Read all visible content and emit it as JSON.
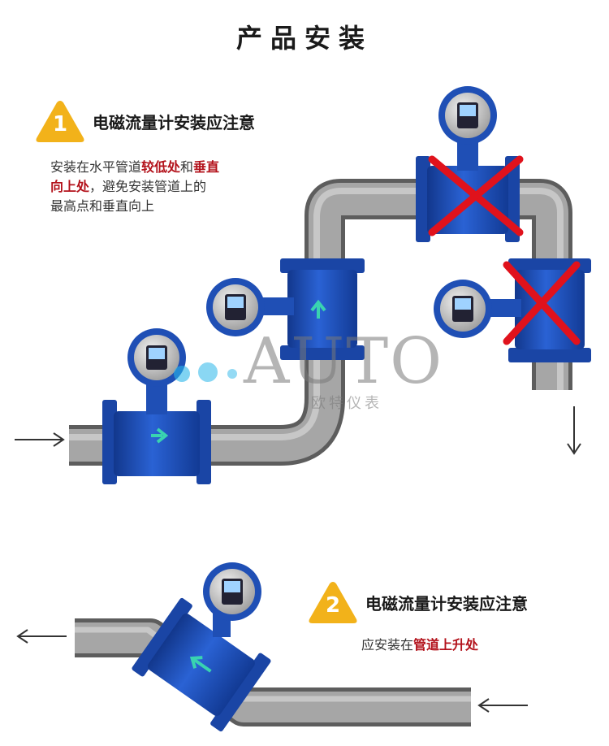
{
  "page": {
    "title": "产品安装"
  },
  "note1": {
    "number": "1",
    "title": "电磁流量计安装应注意",
    "line1_a": "安装在水平管道",
    "line1_hl1": "较低处",
    "line1_b": "和",
    "line1_hl2": "垂直",
    "line2_hl": "向上处",
    "line2_rest": "，避免安装管道上的",
    "line3": "最高点和垂直向上"
  },
  "note2": {
    "number": "2",
    "title": "电磁流量计安装应注意",
    "desc_a": "应安装在",
    "desc_hl": "管道上升处"
  },
  "watermark": {
    "brand": "AUTO",
    "subtitle": "欧特仪表"
  },
  "colors": {
    "warning": "#f2b21a",
    "highlight": "#b3121b",
    "meter_blue": "#1f4fb5",
    "pipe_gray": "#9a9a9a",
    "cross_red": "#e0121c",
    "flow_arrow": "#39d3b0"
  }
}
